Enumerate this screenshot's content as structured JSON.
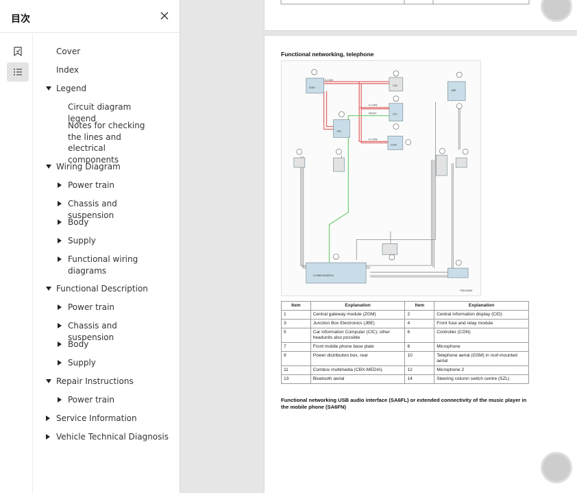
{
  "sidebar": {
    "title": "目次",
    "toc": [
      {
        "label": "Cover",
        "level": 0,
        "caret": "none"
      },
      {
        "label": "Index",
        "level": 0,
        "caret": "none"
      },
      {
        "label": "Legend",
        "level": 0,
        "caret": "down"
      },
      {
        "label": "Circuit diagram legend",
        "level": 1,
        "caret": "none"
      },
      {
        "label": "Notes for checking the lines and electrical components",
        "level": 1,
        "caret": "none"
      },
      {
        "label": "Wiring Diagram",
        "level": 0,
        "caret": "down"
      },
      {
        "label": "Power train",
        "level": 1,
        "caret": "right"
      },
      {
        "label": "Chassis and suspension",
        "level": 1,
        "caret": "right"
      },
      {
        "label": "Body",
        "level": 1,
        "caret": "right"
      },
      {
        "label": "Supply",
        "level": 1,
        "caret": "right"
      },
      {
        "label": "Functional wiring diagrams",
        "level": 1,
        "caret": "right"
      },
      {
        "label": "Functional Description",
        "level": 0,
        "caret": "down"
      },
      {
        "label": "Power train",
        "level": 1,
        "caret": "right"
      },
      {
        "label": "Chassis and suspension",
        "level": 1,
        "caret": "right"
      },
      {
        "label": "Body",
        "level": 1,
        "caret": "right"
      },
      {
        "label": "Supply",
        "level": 1,
        "caret": "right"
      },
      {
        "label": "Repair Instructions",
        "level": 0,
        "caret": "down"
      },
      {
        "label": "Power train",
        "level": 1,
        "caret": "right"
      },
      {
        "label": "Service Information",
        "level": 0,
        "caret": "right"
      },
      {
        "label": "Vehicle Technical Diagnosis",
        "level": 0,
        "caret": "right"
      }
    ]
  },
  "document": {
    "section_title": "Functional networking, telephone",
    "diagram_labels": {
      "k_can": "K-CAN",
      "most": "MOST",
      "zgm": "ZGM",
      "jbe": "JBE",
      "cid": "CID",
      "con": "CON",
      "cic": "CIC",
      "szl": "SZL",
      "combox": "COMBOXMEDIA",
      "ref": "P0010000"
    },
    "table": {
      "headers": [
        "Item",
        "Explanation",
        "Item",
        "Explanation"
      ],
      "rows": [
        [
          "1",
          "Central gateway module (ZGM)",
          "2",
          "Central information display (CID)"
        ],
        [
          "3",
          "Junction Box Electronics (JBE)",
          "4",
          "Front fuse and relay module"
        ],
        [
          "5",
          "Car information Computer (CIC); other headunits also possible",
          "6",
          "Controller (CON)"
        ],
        [
          "7",
          "Front mobile phone base plate",
          "8",
          "Microphone"
        ],
        [
          "9",
          "Power distribution box, rear",
          "10",
          "Telephone aerial (GSM) in roof-mounted aerial"
        ],
        [
          "11",
          "Combox multimedia (CBX-MEDIA)",
          "12",
          "Microphone 2"
        ],
        [
          "13",
          "Bluetooth aerial",
          "14",
          "Steering column switch centre (SZL)"
        ]
      ]
    },
    "usb_heading": "Functional networking USB audio interface (SA6FL) or extended connectivity of the music player in the mobile phone (SA6FN)"
  },
  "colors": {
    "k_can_wire": "#e06a6a",
    "most_wire": "#7ad07a",
    "module_fill": "#c9dde8",
    "sidebar_active": "#e3e3e3"
  }
}
